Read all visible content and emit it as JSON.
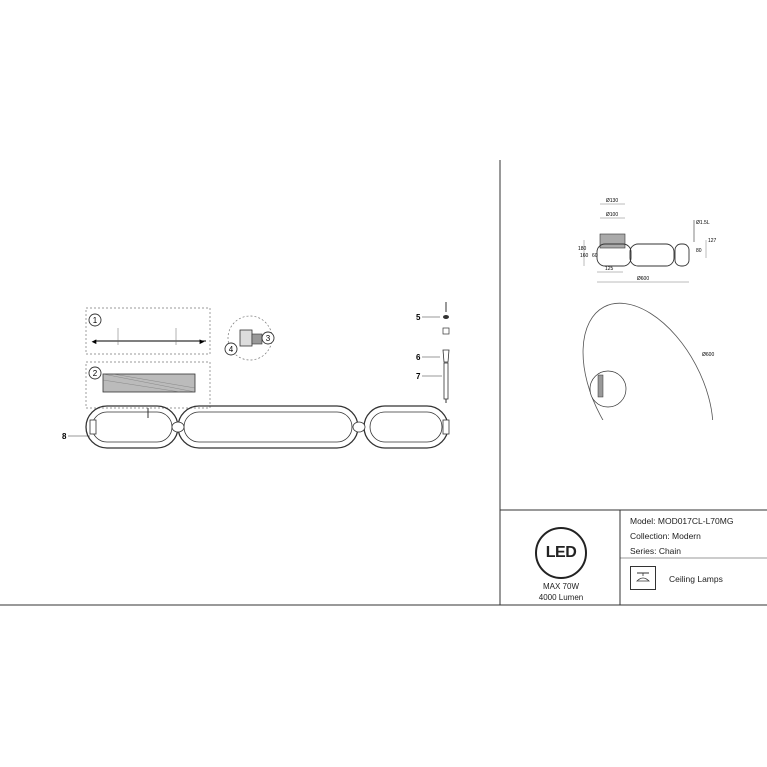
{
  "assembly": {
    "callouts": [
      "1",
      "2",
      "3",
      "4",
      "5",
      "6",
      "7",
      "8"
    ]
  },
  "dimensions": {
    "canopy_width": "Ø130",
    "canopy_inner": "Ø100",
    "cable": "Ø1.5L",
    "left_height_outer": "180",
    "left_height_mid": "160",
    "left_height_inner": "60",
    "right_height_outer": "127",
    "right_height_inner": "80",
    "left_width": "125",
    "total_width": "Ø600",
    "ring_diameter": "Ø600"
  },
  "info": {
    "led_logo": "LED",
    "max_power": "MAX 70W",
    "lumen": "4000 Lumen",
    "model": "Model: MOD017CL-L70MG",
    "collection": "Collection: Modern",
    "series": "Series: Chain",
    "category": "Ceiling Lamps"
  }
}
